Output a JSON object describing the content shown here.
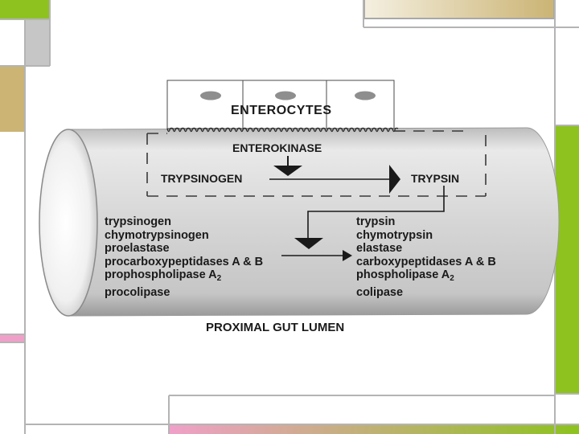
{
  "colors": {
    "green": "#8dc21f",
    "tan": "#cbb474",
    "gray": "#c6c6c6",
    "pink": "#f0a0c8",
    "cylinder_body": "#cfcfcf",
    "cell_nucleus": "#8e8e8e"
  },
  "diagram": {
    "enterocytes_label": "ENTEROCYTES",
    "enterokinase_label": "ENTEROKINASE",
    "trypsinogen_label": "TRYPSINOGEN",
    "trypsin_label": "TRYPSIN",
    "lumen_label": "PROXIMAL GUT LUMEN",
    "zymogens": [
      {
        "text": "trypsinogen",
        "sub": ""
      },
      {
        "text": "chymotrypsinogen",
        "sub": ""
      },
      {
        "text": "proelastase",
        "sub": ""
      },
      {
        "text": "procarboxypeptidases A & B",
        "sub": ""
      },
      {
        "text": "prophospholipase A",
        "sub": "2"
      },
      {
        "text": "procolipase",
        "sub": ""
      }
    ],
    "active_enzymes": [
      {
        "text": "trypsin",
        "sub": ""
      },
      {
        "text": "chymotrypsin",
        "sub": ""
      },
      {
        "text": "elastase",
        "sub": ""
      },
      {
        "text": "carboxypeptidases A & B",
        "sub": ""
      },
      {
        "text": "phospholipase A",
        "sub": "2"
      },
      {
        "text": "colipase",
        "sub": ""
      }
    ]
  }
}
